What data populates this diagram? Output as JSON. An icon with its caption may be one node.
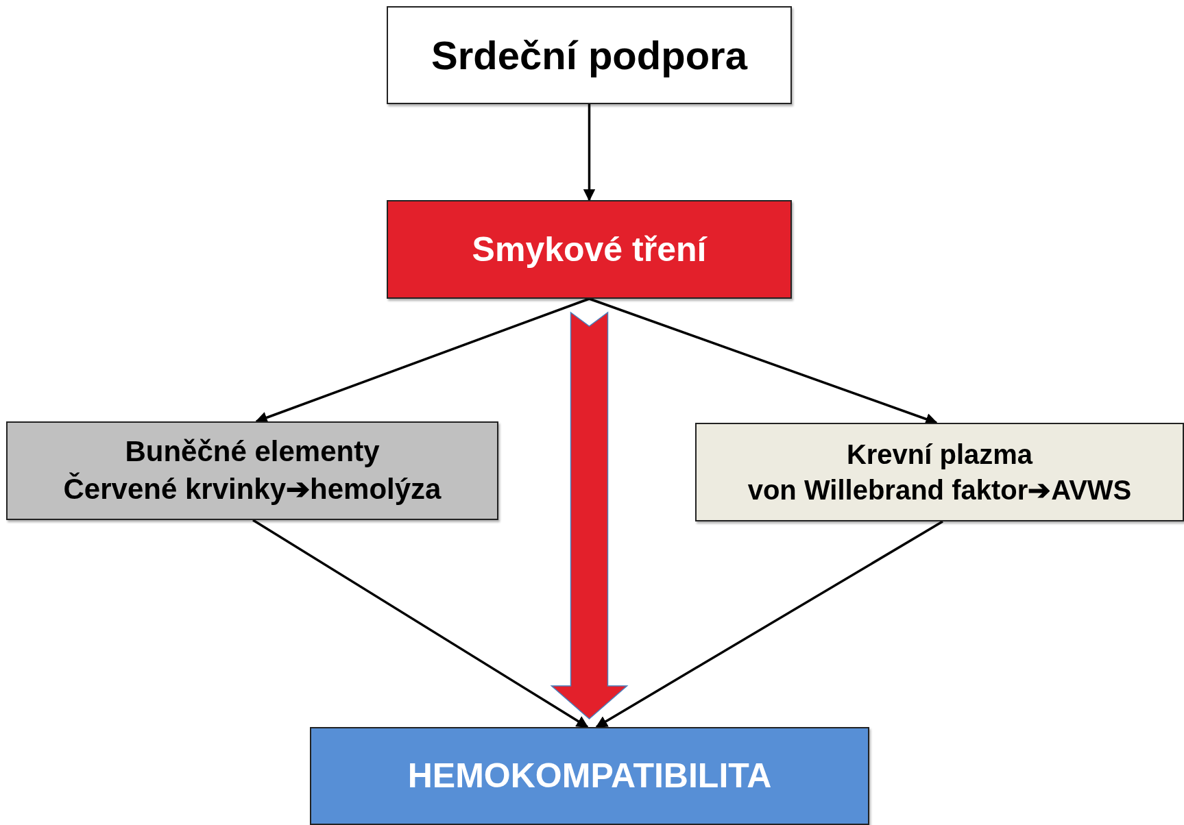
{
  "diagram": {
    "nodes": [
      {
        "text": [
          "Srdeční podpora"
        ]
      },
      {
        "text": [
          "Smykové tření"
        ]
      },
      {
        "text": [
          "Buněčné elementy",
          "Červené krvinky➔hemolýza"
        ]
      },
      {
        "text": [
          "Krevní plazma",
          "von Willebrand faktor➔AVWS"
        ]
      },
      {
        "text": [
          "HEMOKOMPATIBILITA"
        ]
      }
    ],
    "edges": [
      {
        "from": 0,
        "to": 1,
        "arrow": "to"
      },
      {
        "from": 1,
        "to": 2,
        "arrow": "to"
      },
      {
        "from": 1,
        "to": 4,
        "arrow": "to",
        "style": "thick",
        "color": "#e3202b"
      },
      {
        "from": 1,
        "to": 3,
        "arrow": "to"
      },
      {
        "from": 2,
        "to": 4,
        "arrow": "to"
      },
      {
        "from": 3,
        "to": 4,
        "arrow": "to"
      }
    ]
  }
}
